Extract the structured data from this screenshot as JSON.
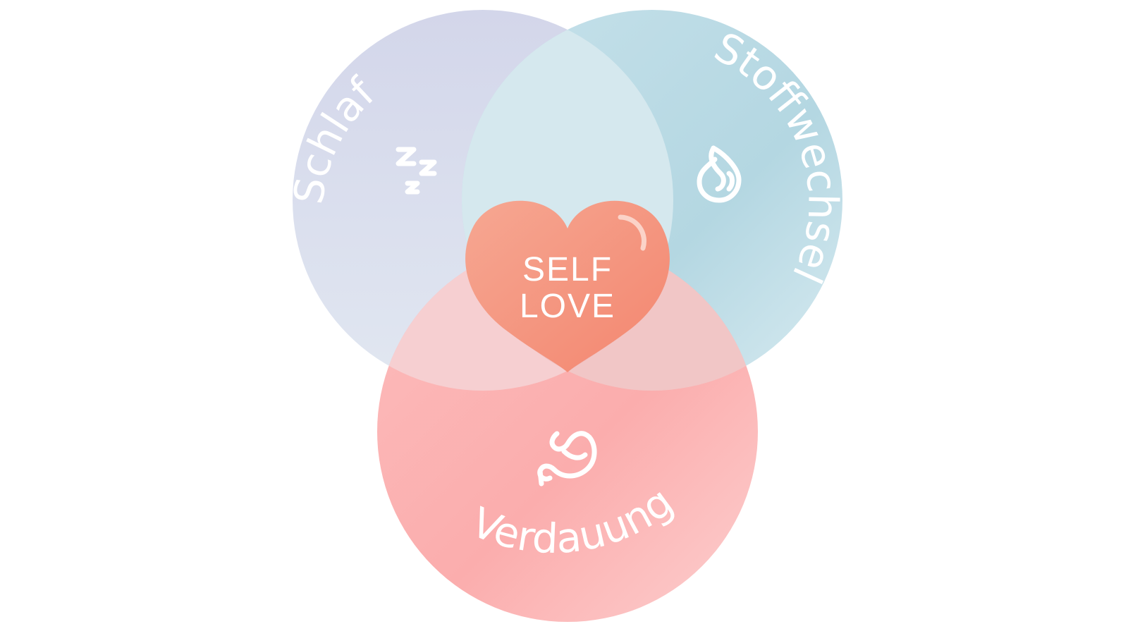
{
  "diagram": {
    "center": {
      "line1": "SELF",
      "line2": "LOVE",
      "icon": "heart-icon",
      "color": "#f28d78"
    },
    "circles": [
      {
        "id": "schlaf",
        "label": "Schlaf",
        "icon": "zzz-sleep-icon",
        "color": "#d3d7ea"
      },
      {
        "id": "stoffwechsel",
        "label": "Stoffwechsel",
        "icon": "flame-icon",
        "color": "#b5d9e4"
      },
      {
        "id": "verdauung",
        "label": "Verdauung",
        "icon": "stomach-icon",
        "color": "#fbacac"
      }
    ],
    "text_color": "#ffffff"
  }
}
